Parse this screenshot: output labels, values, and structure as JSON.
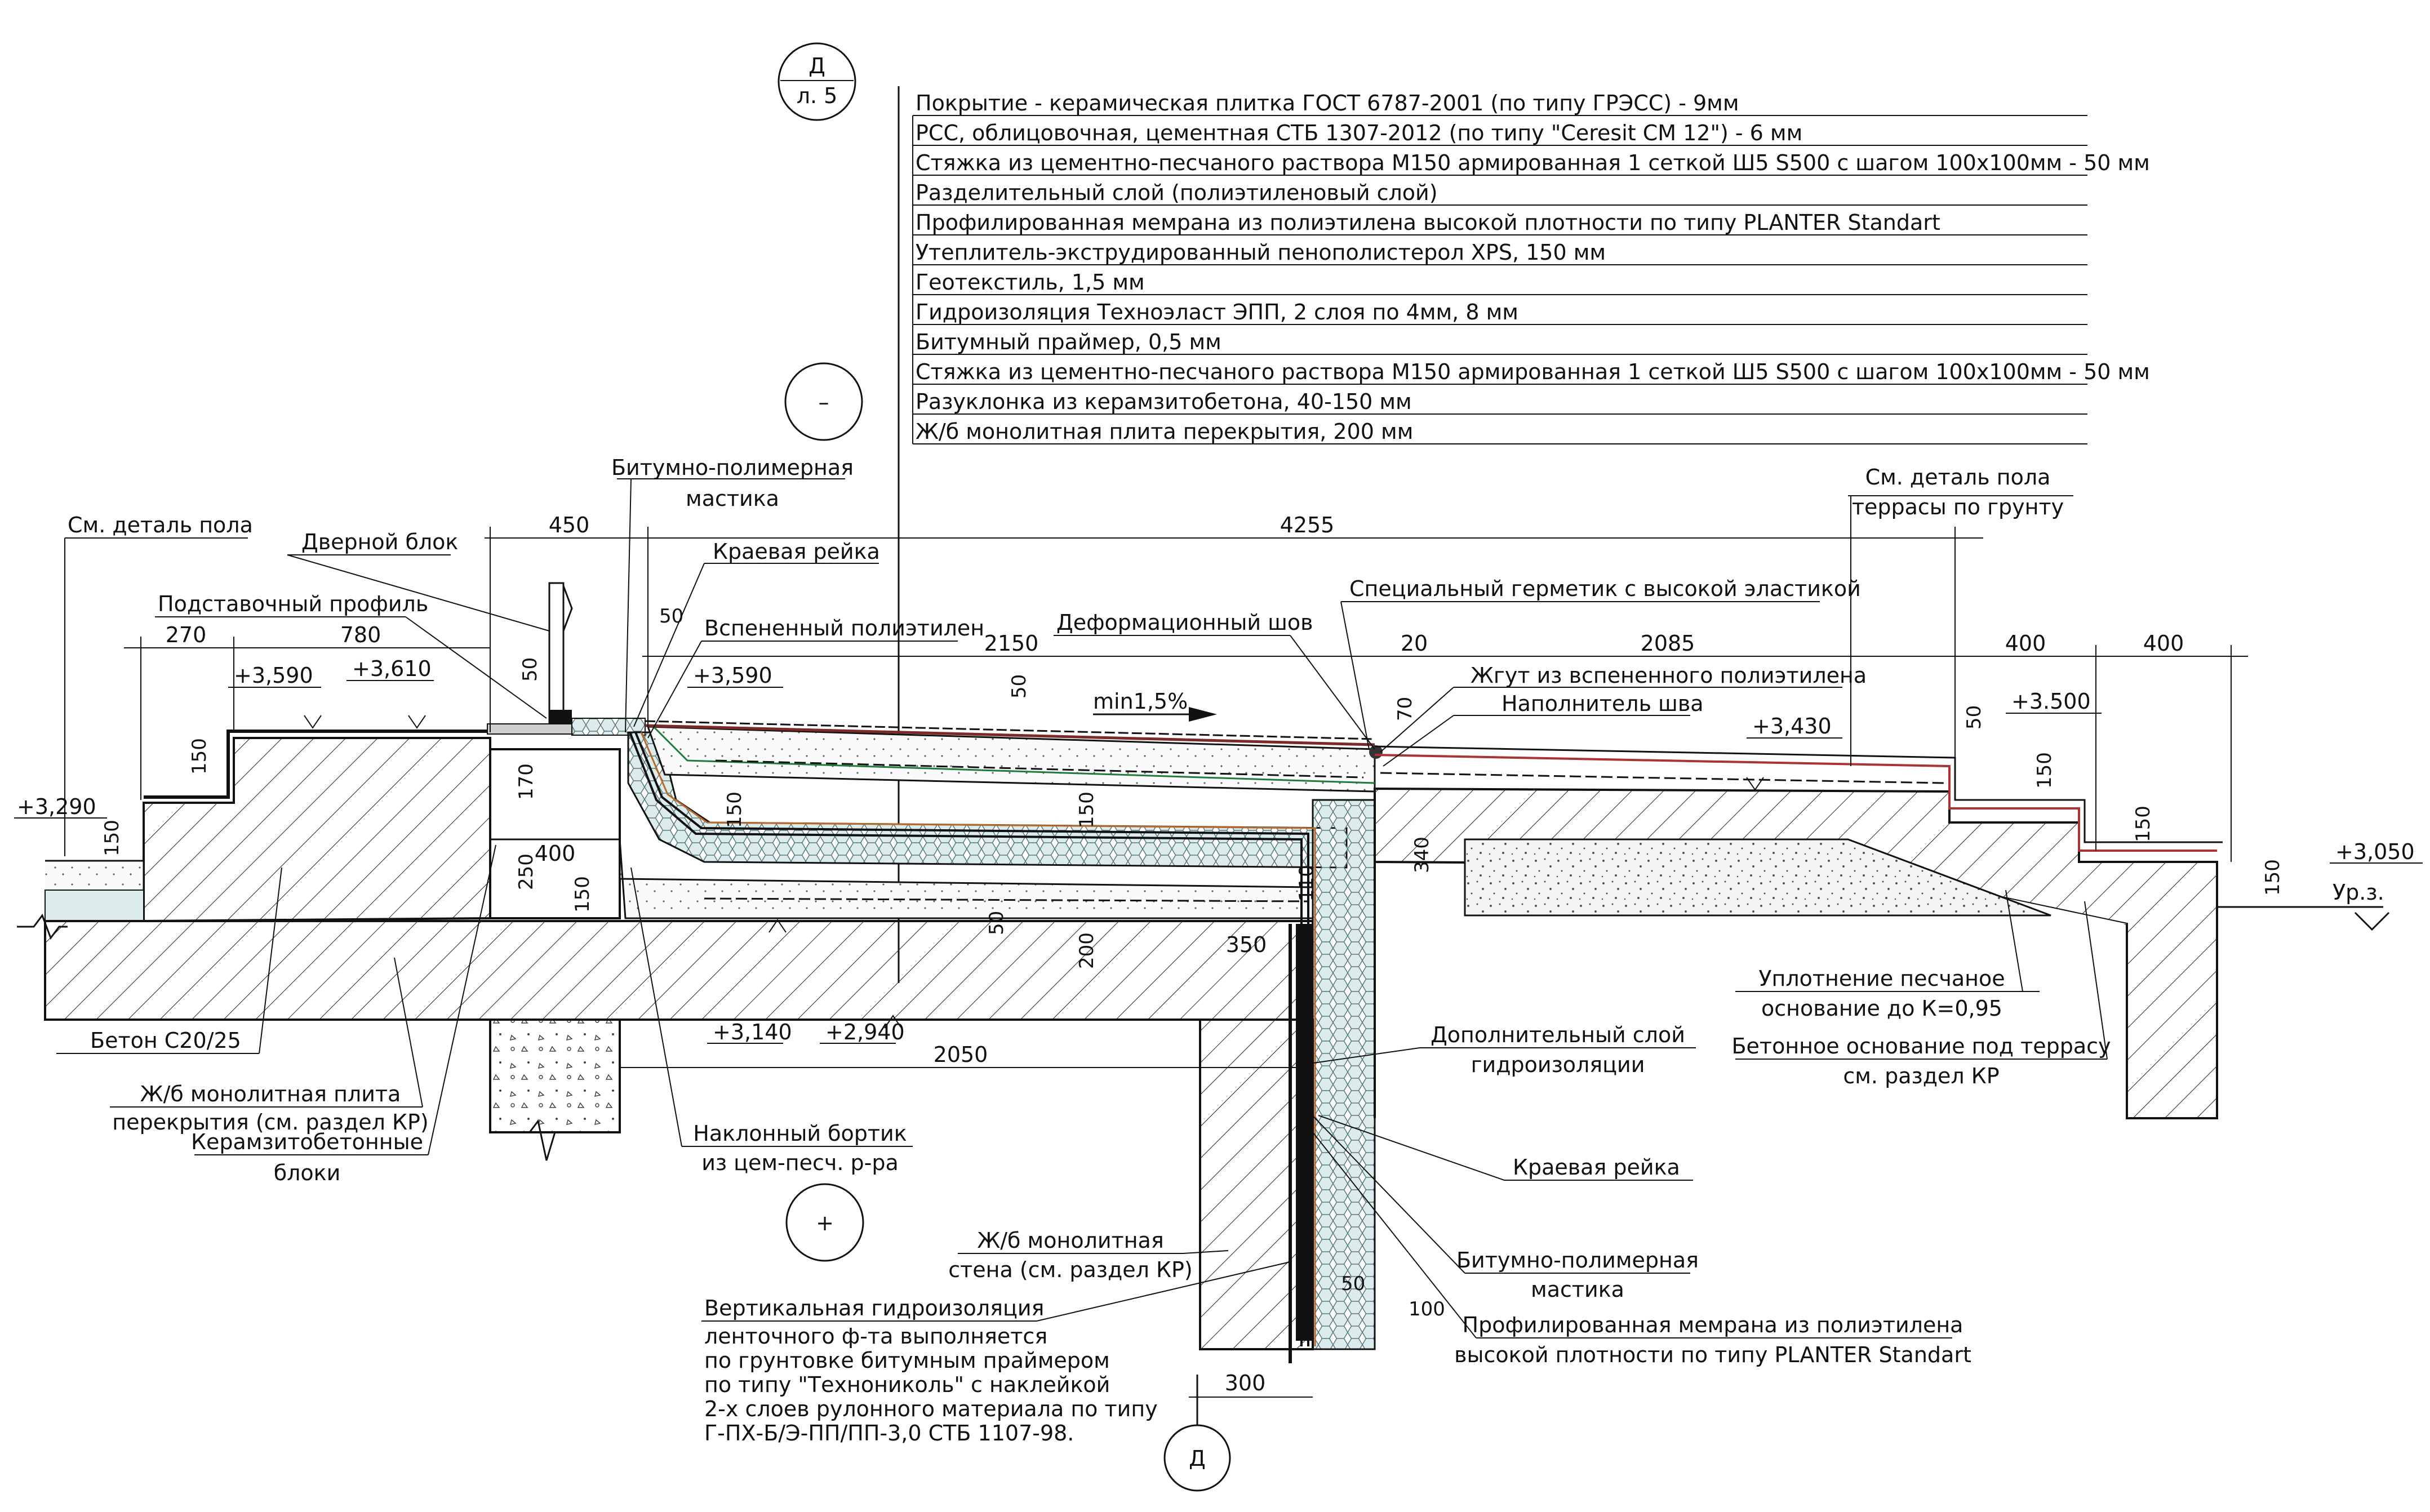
{
  "layers": [
    "Покрытие - керамическая плитка  ГОСТ 6787-2001 (по типу ГРЭСС) - 9мм",
    "РСС, облицовочная, цементная СТБ 1307-2012 (по типу \"Ceresit CM 12\") - 6 мм",
    "Стяжка из цементно-песчаного раствора М150  армированная 1 сеткой Ш5 S500 с шагом 100х100мм - 50 мм",
    "Разделительный слой (полиэтиленовый слой)",
    "Профилированная мемрана из полиэтилена высокой плотности по типу PLANTER Standart",
    "Утеплитель-экструдированный пенополистерол XPS, 150 мм",
    "Геотекстиль, 1,5 мм",
    "Гидроизоляция Техноэласт ЭПП, 2 слоя по 4мм, 8 мм",
    "Битумный праймер, 0,5 мм",
    "Стяжка из цементно-песчаного раствора М150  армированная 1 сеткой Ш5 S500 с шагом 100х100мм - 50 мм",
    "Разуклонка из керамзитобетона, 40-150 мм",
    "Ж/б монолитная плита перекрытия, 200 мм"
  ],
  "markers": {
    "section_top": "Д",
    "section_top_sheet": "л. 5",
    "minus": "–",
    "plus": "+",
    "section_bottom": "Д"
  },
  "labels": {
    "bitum_mastic_top": [
      "Битумно-полимерная",
      "мастика"
    ],
    "floor_detail_left": "См. деталь пола",
    "door_block": "Дверной блок",
    "edge_strip_top": "Краевая рейка",
    "sub_profile": "Подставочный профиль",
    "foamed_pe": "Вспененный полиэтилен",
    "deform_joint": "Деформационный шов",
    "special_sealant": "Специальный герметик с высокой эластикой",
    "pe_cord": "Жгут из вспененного полиэтилена",
    "joint_filler": "Наполнитель шва",
    "terrace_detail": [
      "См. деталь пола",
      "террасы по грунту"
    ],
    "slope": "min1,5%",
    "concrete": "Бетон С20/25",
    "rc_slab": [
      "Ж/б монолитная плита",
      "перекрытия (см. раздел КР)"
    ],
    "claydite_blocks": [
      "Керамзитобетонные",
      "блоки"
    ],
    "inclined_curb": [
      "Наклонный бортик",
      "из цем-песч. р-ра"
    ],
    "extra_waterproof": [
      "Дополнительный слой",
      "гидроизоляции"
    ],
    "sand_compaction": [
      "Уплотнение песчаное",
      "основание до К=0,95"
    ],
    "terrace_base": [
      "Бетонное основание под террасу",
      "см. раздел КР"
    ],
    "edge_strip_bottom": "Краевая рейка",
    "rc_wall": [
      "Ж/б монолитная",
      "стена (см. раздел КР)"
    ],
    "bitum_mastic_bottom": [
      "Битумно-полимерная",
      "мастика"
    ],
    "membrane_bottom": [
      "Профилированная мемрана из полиэтилена",
      "высокой плотности по типу PLANTER Standart"
    ],
    "vertical_waterproof_title": "Вертикальная гидроизоляция",
    "vertical_waterproof_text": [
      "ленточного ф-та выполняется",
      "по грунтовке битумным праймером",
      "по типу \"Технониколь\" с наклейкой",
      "2-х слоев рулонного материала по типу",
      "Г-ПХ-Б/Э-ПП/ПП-3,0 СТБ 1107-98."
    ]
  },
  "dims": {
    "d450": "450",
    "d4255": "4255",
    "d270": "270",
    "d780": "780",
    "d50a": "50",
    "d50b": "50",
    "d50c": "50",
    "d50d": "50",
    "d50e": "50",
    "d50f": "50",
    "d2150": "2150",
    "d20": "20",
    "d2085": "2085",
    "d400a": "400",
    "d400b": "400",
    "d150a": "150",
    "d150b": "150",
    "d150c": "150",
    "d150d": "150",
    "d150e": "150",
    "d150f": "150",
    "d150g": "150",
    "d150h": "150",
    "d70": "70",
    "d170": "170",
    "d400c": "400",
    "d250": "250",
    "d340": "340",
    "d110": "110",
    "d200": "200",
    "d350": "350",
    "d2050": "2050",
    "d100": "100",
    "d300": "300"
  },
  "levels": {
    "l3590a": "+3,590",
    "l3610": "+3,610",
    "l3590b": "+3,590",
    "l3290": "+3,290",
    "l3430": "+3,430",
    "l3500": "+3.500",
    "l3050": "+3,050",
    "urz": "Ур.з.",
    "l3140": "+3,140",
    "l2940": "+2,940"
  }
}
